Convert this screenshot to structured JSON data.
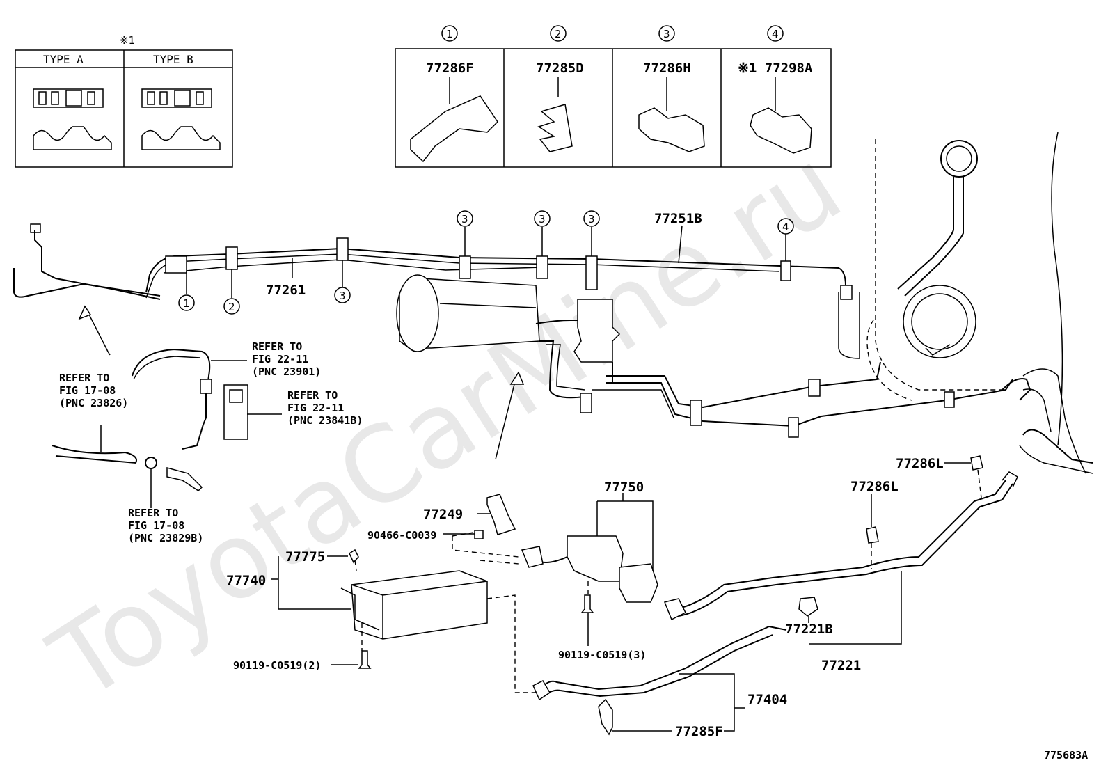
{
  "watermark": "ToyotaCarMine.ru",
  "figure_id": "775683A",
  "type_table": {
    "note_mark": "※1",
    "type_a": "TYPE  A",
    "type_b": "TYPE  B"
  },
  "clip_legend": [
    {
      "num": "1",
      "part": "77286F"
    },
    {
      "num": "2",
      "part": "77285D"
    },
    {
      "num": "3",
      "part": "77286H"
    },
    {
      "num": "4",
      "part": "※1 77298A"
    }
  ],
  "callouts": {
    "p77261": "77261",
    "p77251B": "77251B",
    "p77249": "77249",
    "p90466": "90466-C0039",
    "p77775": "77775",
    "p77740": "77740",
    "p90119_2": "90119-C0519(2)",
    "p77750": "77750",
    "p90119_3": "90119-C0519(3)",
    "p77286L_a": "77286L",
    "p77286L_b": "77286L",
    "p77221B": "77221B",
    "p77221": "77221",
    "p77404": "77404",
    "p77285F": "77285F"
  },
  "refs": {
    "ref1": {
      "l1": "REFER TO",
      "l2": "FIG 22-11",
      "l3": "(PNC 23901)"
    },
    "ref2": {
      "l1": "REFER TO",
      "l2": "FIG 22-11",
      "l3": "(PNC 23841B)"
    },
    "ref3": {
      "l1": "REFER TO",
      "l2": "FIG 17-08",
      "l3": "(PNC 23826)"
    },
    "ref4": {
      "l1": "REFER TO",
      "l2": "FIG 17-08",
      "l3": "(PNC 23829B)"
    }
  },
  "clip_markers": {
    "m1": "1",
    "m2": "2",
    "m3a": "3",
    "m3b": "3",
    "m3c": "3",
    "m3d": "3",
    "m4": "4"
  }
}
